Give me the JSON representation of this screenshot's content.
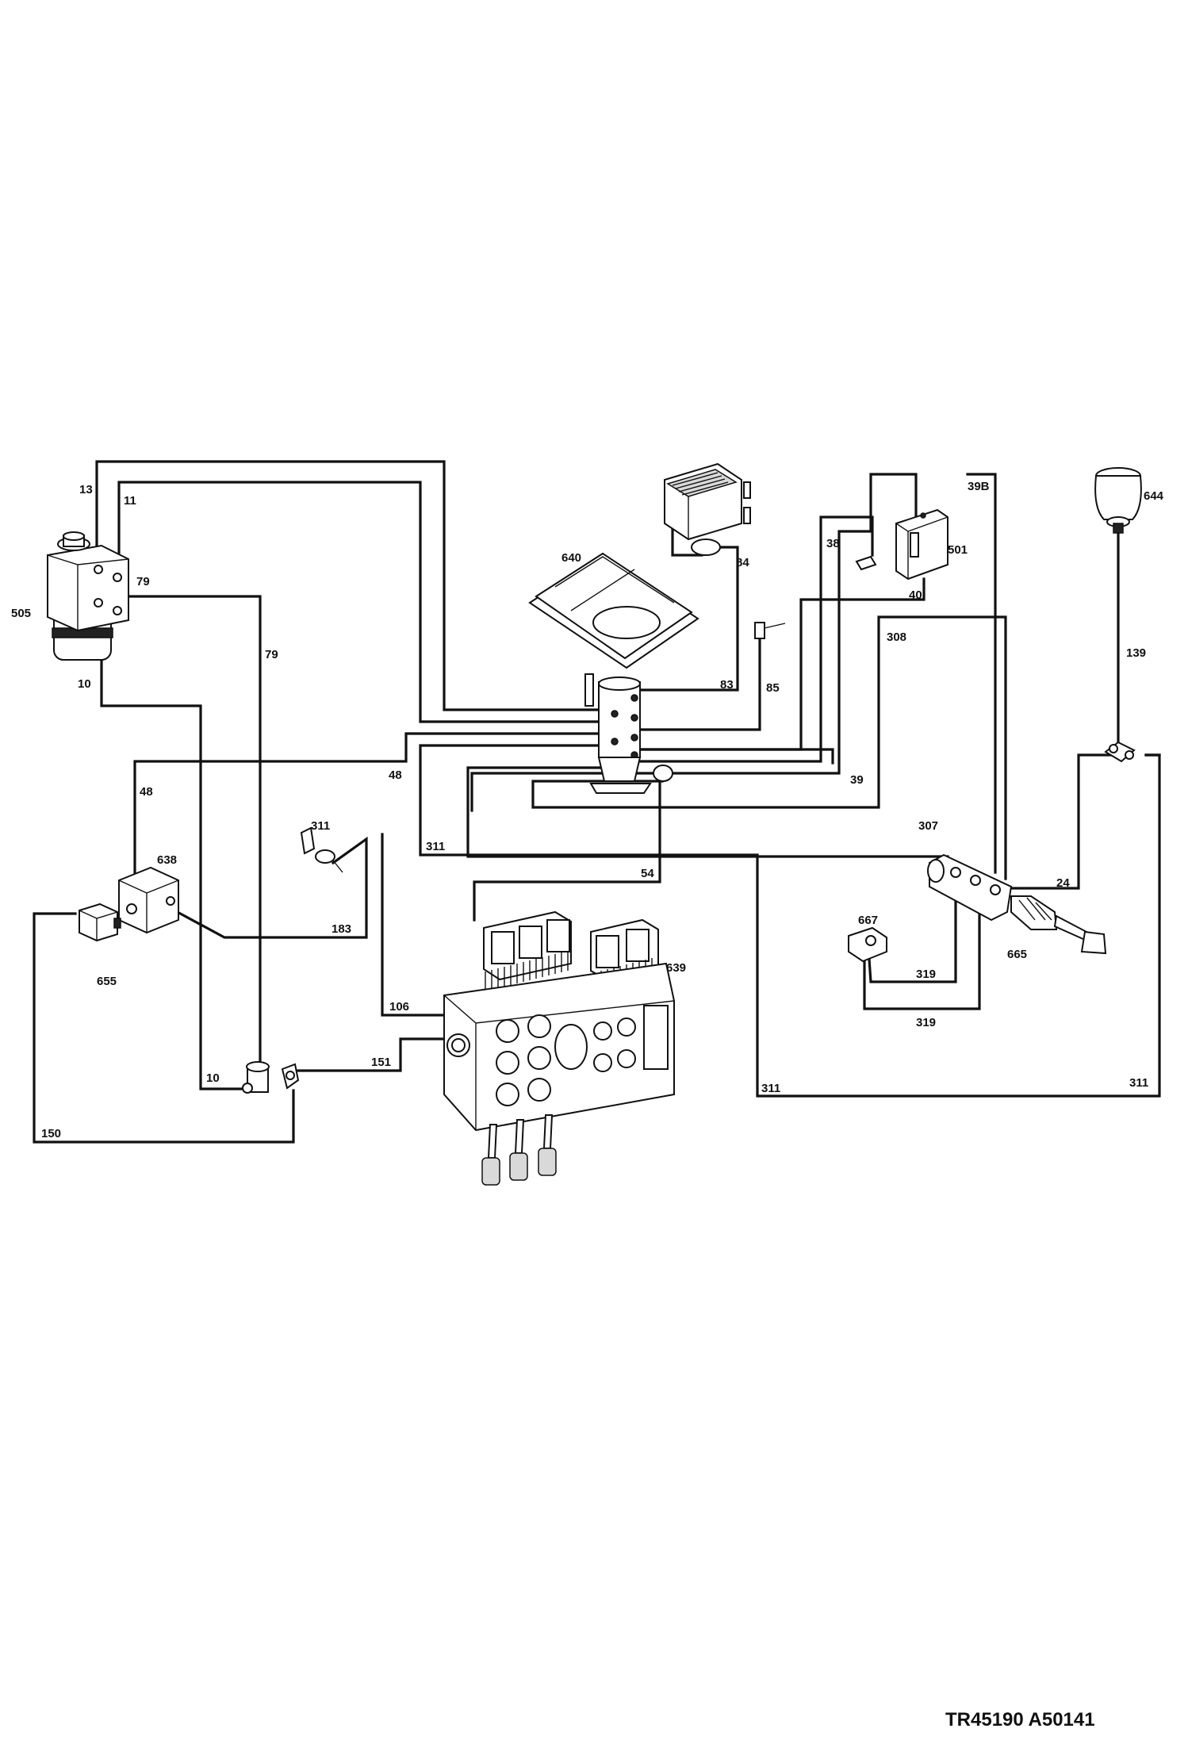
{
  "document": {
    "reference": "TR45190 A50141"
  },
  "components": {
    "steering_unit": "505",
    "valve_block": "638",
    "solenoid": "655",
    "pedal_valve": "640",
    "control_box": "501",
    "accumulator": "644",
    "control_valve": "639",
    "manifold": "665",
    "sensor": "667"
  },
  "hoses": {
    "h13": "13",
    "h11": "11",
    "h79a": "79",
    "h79b": "79",
    "h10a": "10",
    "h10b": "10",
    "h48a": "48",
    "h48b": "48",
    "h311a": "311",
    "h311b": "311",
    "h311c": "311",
    "h311d": "311",
    "h183": "183",
    "h106": "106",
    "h151": "151",
    "h150": "150",
    "h54": "54",
    "h84": "84",
    "h85": "85",
    "h83": "83",
    "h38": "38",
    "h39b": "39B",
    "h40": "40",
    "h39": "39",
    "h308": "308",
    "h307": "307",
    "h139": "139",
    "h24": "24",
    "h319a": "319",
    "h319b": "319"
  }
}
